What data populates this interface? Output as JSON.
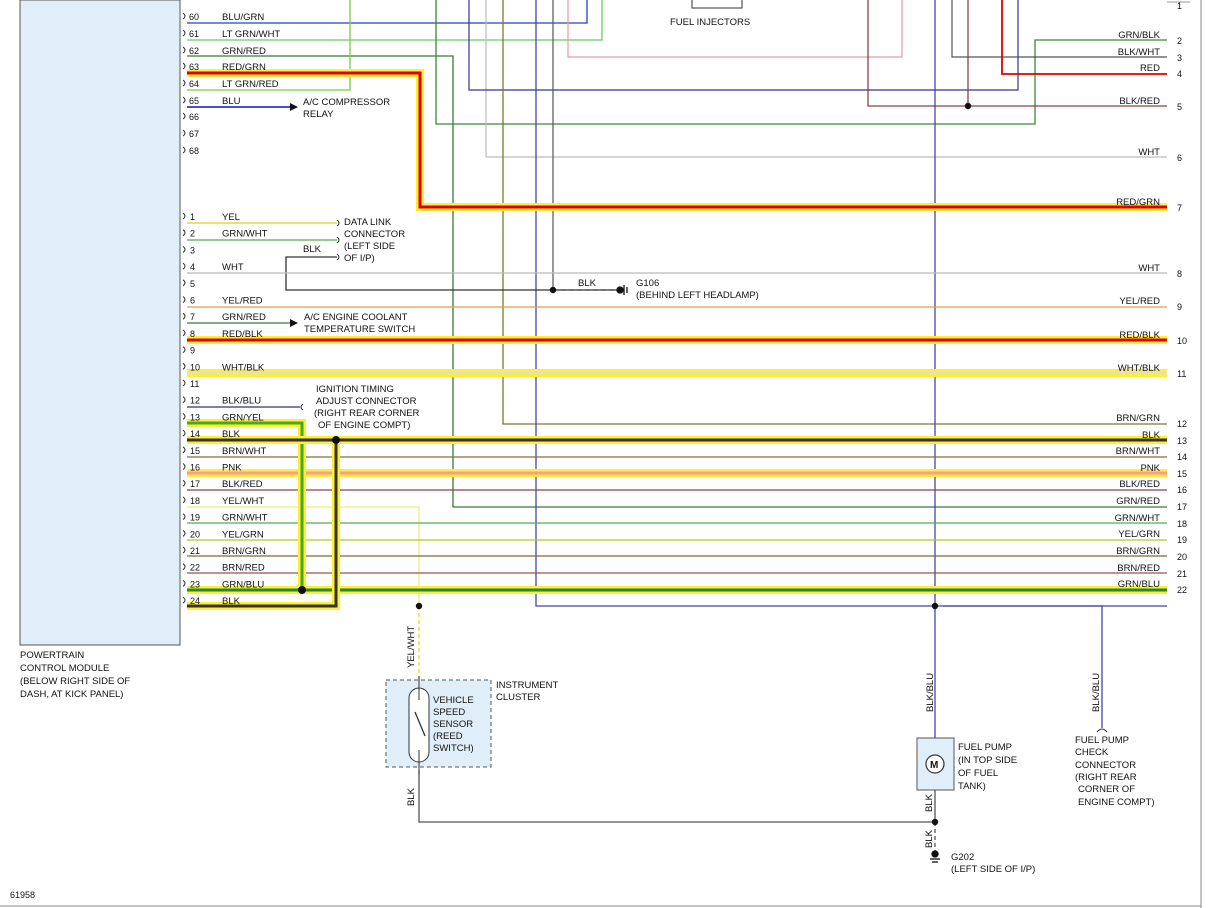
{
  "pcm": {
    "label_lines": [
      "POWERTRAIN",
      "CONTROL MODULE",
      "(BELOW RIGHT SIDE OF",
      "DASH, AT KICK PANEL)"
    ],
    "upper_pins": [
      {
        "pin": "60",
        "wire": "BLU/GRN"
      },
      {
        "pin": "61",
        "wire": "LT GRN/WHT"
      },
      {
        "pin": "62",
        "wire": "GRN/RED"
      },
      {
        "pin": "63",
        "wire": "RED/GRN"
      },
      {
        "pin": "64",
        "wire": "LT GRN/RED"
      },
      {
        "pin": "65",
        "wire": "BLU"
      },
      {
        "pin": "66",
        "wire": ""
      },
      {
        "pin": "67",
        "wire": ""
      },
      {
        "pin": "68",
        "wire": ""
      }
    ],
    "lower_pins": [
      {
        "pin": "1",
        "wire": "YEL"
      },
      {
        "pin": "2",
        "wire": "GRN/WHT"
      },
      {
        "pin": "3",
        "wire": ""
      },
      {
        "pin": "4",
        "wire": "WHT"
      },
      {
        "pin": "5",
        "wire": ""
      },
      {
        "pin": "6",
        "wire": "YEL/RED"
      },
      {
        "pin": "7",
        "wire": "GRN/RED"
      },
      {
        "pin": "8",
        "wire": "RED/BLK"
      },
      {
        "pin": "9",
        "wire": ""
      },
      {
        "pin": "10",
        "wire": "WHT/BLK"
      },
      {
        "pin": "11",
        "wire": ""
      },
      {
        "pin": "12",
        "wire": "BLK/BLU"
      },
      {
        "pin": "13",
        "wire": "GRN/YEL"
      },
      {
        "pin": "14",
        "wire": "BLK"
      },
      {
        "pin": "15",
        "wire": "BRN/WHT"
      },
      {
        "pin": "16",
        "wire": "PNK"
      },
      {
        "pin": "17",
        "wire": "BLK/RED"
      },
      {
        "pin": "18",
        "wire": "YEL/WHT"
      },
      {
        "pin": "19",
        "wire": "GRN/WHT"
      },
      {
        "pin": "20",
        "wire": "YEL/GRN"
      },
      {
        "pin": "21",
        "wire": "BRN/GRN"
      },
      {
        "pin": "22",
        "wire": "BRN/RED"
      },
      {
        "pin": "23",
        "wire": "GRN/BLU"
      },
      {
        "pin": "24",
        "wire": "BLK"
      }
    ]
  },
  "right_connector": [
    {
      "pin": "1",
      "wire": ""
    },
    {
      "pin": "2",
      "wire": "GRN/BLK"
    },
    {
      "pin": "3",
      "wire": "BLK/WHT"
    },
    {
      "pin": "4",
      "wire": "RED"
    },
    {
      "pin": "5",
      "wire": "BLK/RED"
    },
    {
      "pin": "6",
      "wire": "WHT"
    },
    {
      "pin": "7",
      "wire": "RED/GRN"
    },
    {
      "pin": "8",
      "wire": "WHT"
    },
    {
      "pin": "9",
      "wire": "YEL/RED"
    },
    {
      "pin": "10",
      "wire": "RED/BLK"
    },
    {
      "pin": "11",
      "wire": "WHT/BLK"
    },
    {
      "pin": "12",
      "wire": "BRN/GRN"
    },
    {
      "pin": "13",
      "wire": "BLK"
    },
    {
      "pin": "14",
      "wire": "BRN/WHT"
    },
    {
      "pin": "15",
      "wire": "PNK"
    },
    {
      "pin": "16",
      "wire": "BLK/RED"
    },
    {
      "pin": "17",
      "wire": "GRN/RED"
    },
    {
      "pin": "18",
      "wire": "GRN/WHT"
    },
    {
      "pin": "19",
      "wire": "YEL/GRN"
    },
    {
      "pin": "20",
      "wire": "BRN/GRN"
    },
    {
      "pin": "21",
      "wire": "BRN/RED"
    },
    {
      "pin": "22",
      "wire": "GRN/BLU"
    }
  ],
  "components": {
    "fuel_injectors": "FUEL INJECTORS",
    "ac_relay": [
      "A/C COMPRESSOR",
      "RELAY"
    ],
    "dlc": [
      "DATA LINK",
      "CONNECTOR",
      "(LEFT SIDE",
      "OF I/P)"
    ],
    "dlc_ground_wire": "BLK",
    "g106_wire": "BLK",
    "g106": [
      "G106",
      "(BEHIND LEFT HEADLAMP)"
    ],
    "ac_switch": [
      "A/C ENGINE COOLANT",
      "TEMPERATURE SWITCH"
    ],
    "ignition_timing": [
      "IGNITION TIMING",
      "ADJUST CONNECTOR",
      "(RIGHT REAR CORNER",
      "OF ENGINE COMPT)"
    ],
    "vss_wire_top": "YEL/WHT",
    "vss_wire_bottom": "BLK",
    "vss": [
      "VEHICLE",
      "SPEED",
      "SENSOR",
      "(REED",
      "SWITCH)"
    ],
    "instrument_cluster": [
      "INSTRUMENT",
      "CLUSTER"
    ],
    "fuel_pump_wire": "BLK/BLU",
    "fuel_pump_symbol": "M",
    "fuel_pump": [
      "FUEL PUMP",
      "(IN TOP SIDE",
      "OF FUEL",
      "TANK)"
    ],
    "fuel_pump_ground_wire": "BLK",
    "g202_wire": "BLK",
    "g202": [
      "G202",
      "(LEFT SIDE OF I/P)"
    ],
    "check_connector_wire": "BLK/BLU",
    "check_connector": [
      "FUEL PUMP",
      "CHECK",
      "CONNECTOR",
      "(RIGHT REAR",
      "CORNER OF",
      "ENGINE COMPT)"
    ]
  },
  "figure_id": "61958"
}
